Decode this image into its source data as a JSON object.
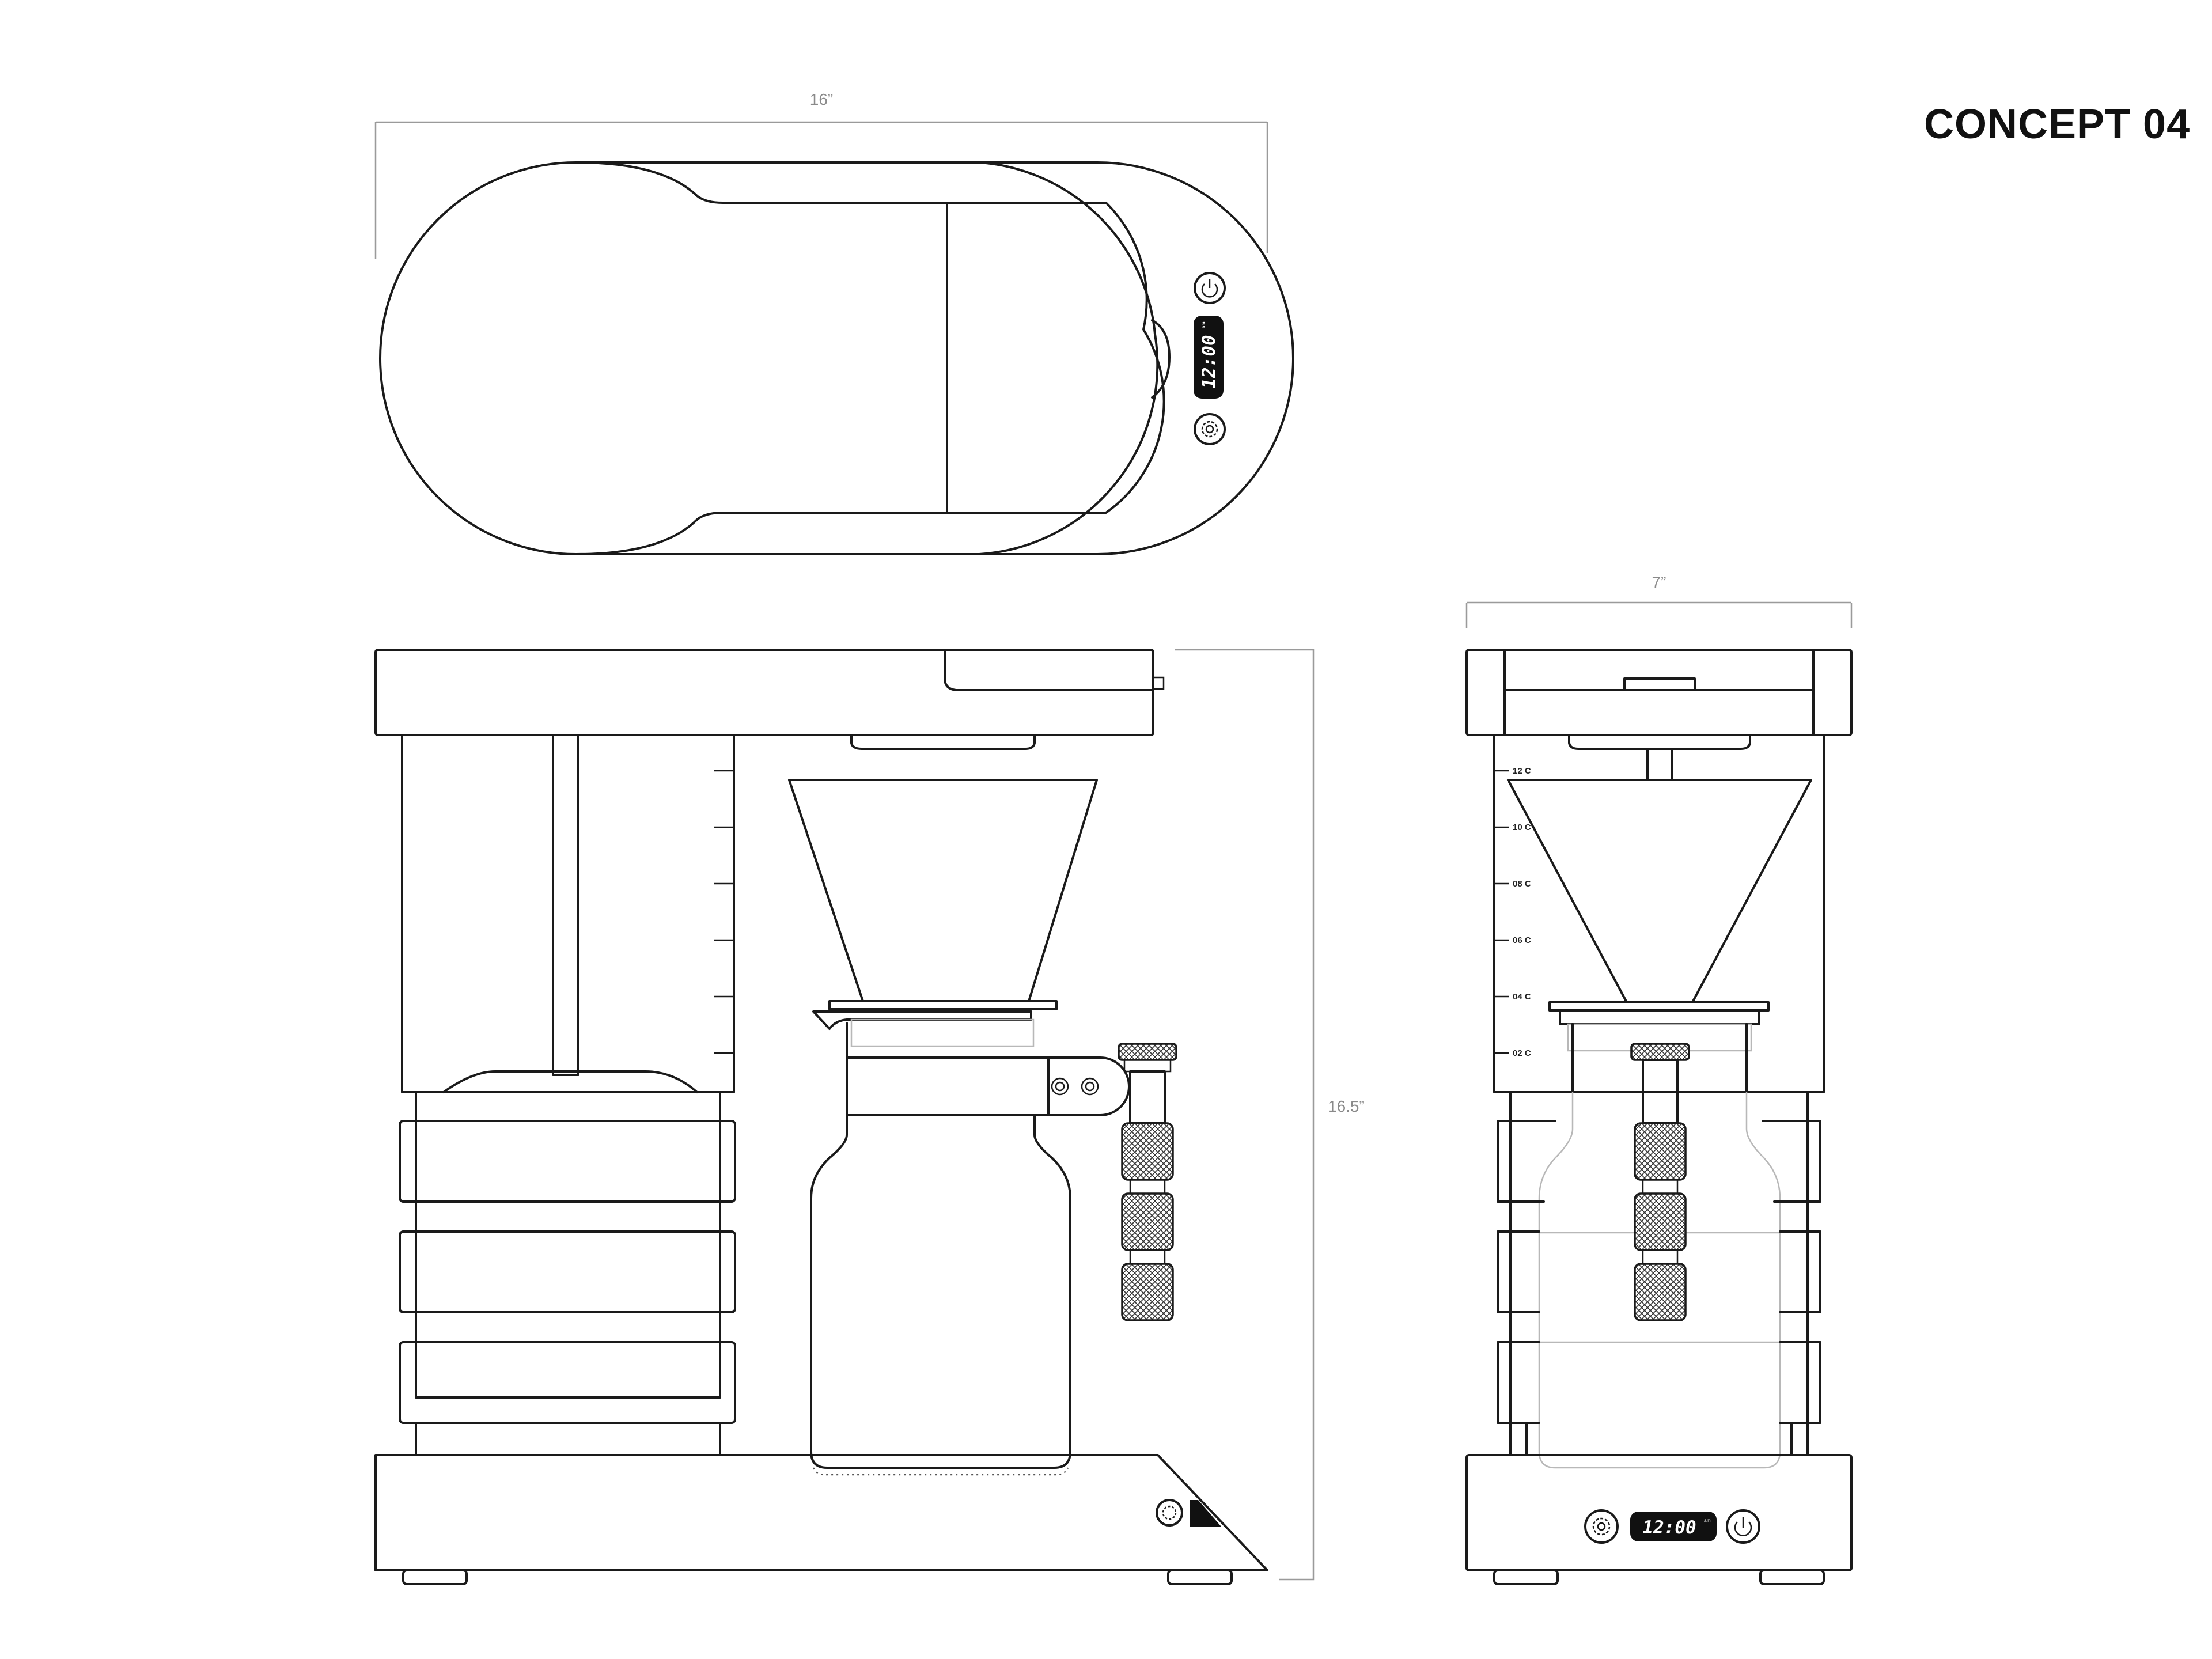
{
  "title": "CONCEPT 04",
  "dimensions": {
    "top_width": "16”",
    "side_height": "16.5”",
    "front_width": "7”"
  },
  "display": {
    "time": "12:00",
    "suffix": "am"
  },
  "cup_marks": [
    "12 C",
    "10 C",
    "08 C",
    "06 C",
    "04 C",
    "02 C"
  ],
  "icons": [
    "power-icon",
    "gear-icon"
  ],
  "colors": {
    "line": "#1a1a1a",
    "dimension": "#9a9a9a",
    "display": "#111111"
  }
}
